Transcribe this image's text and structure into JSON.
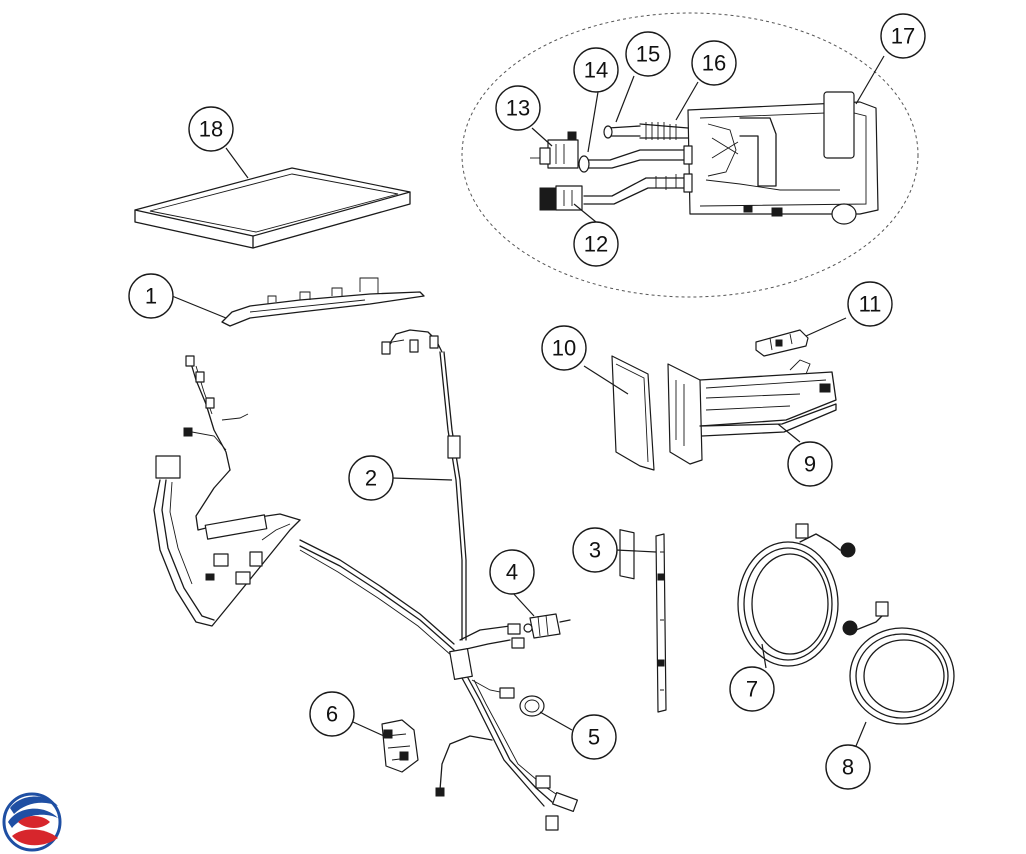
{
  "callouts": [
    {
      "label": "1",
      "part": "control-panel-bracket"
    },
    {
      "label": "2",
      "part": "main-wire-harness"
    },
    {
      "label": "3",
      "part": "rail-strip"
    },
    {
      "label": "4",
      "part": "sensor"
    },
    {
      "label": "5",
      "part": "thermal-fuse"
    },
    {
      "label": "6",
      "part": "door-lock"
    },
    {
      "label": "7",
      "part": "inlet-hose"
    },
    {
      "label": "8",
      "part": "inlet-hose"
    },
    {
      "label": "9",
      "part": "dispenser-drawer-housing"
    },
    {
      "label": "10",
      "part": "drawer-front"
    },
    {
      "label": "11",
      "part": "drawer-handle-insert"
    },
    {
      "label": "12",
      "part": "inlet-valve"
    },
    {
      "label": "13",
      "part": "inlet-valve"
    },
    {
      "label": "14",
      "part": "hose-clamp"
    },
    {
      "label": "15",
      "part": "inlet-hose-pipe"
    },
    {
      "label": "16",
      "part": "bellows-hose"
    },
    {
      "label": "17",
      "part": "dispenser-assembly"
    },
    {
      "label": "18",
      "part": "top-panel"
    }
  ],
  "logo": {
    "name": "brand-logo",
    "colors": [
      "#1f4fa3",
      "#d7262c"
    ]
  }
}
